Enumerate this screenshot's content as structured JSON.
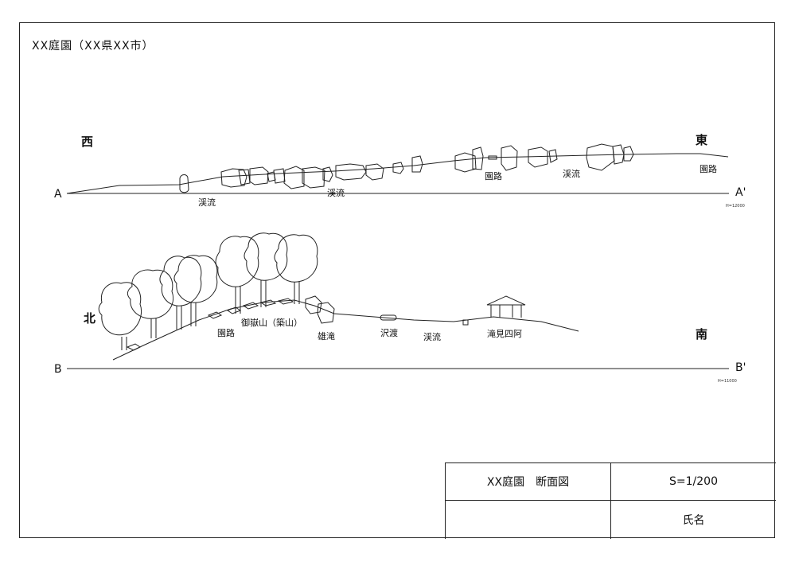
{
  "sheet": {
    "title": "XX庭園（XX県XX市）"
  },
  "section_a": {
    "start_label": "A",
    "end_label": "A'",
    "west": "西",
    "east": "東",
    "height_note": "H=12000",
    "labels": {
      "stream_1": "渓流",
      "stream_2": "渓流",
      "stream_3": "渓流",
      "path_1": "園路",
      "path_2": "園路"
    }
  },
  "section_b": {
    "start_label": "B",
    "end_label": "B'",
    "north": "北",
    "south": "南",
    "height_note": "H=11000",
    "labels": {
      "path": "園路",
      "mountain": "御嶽山（築山）",
      "waterfall": "雄滝",
      "crossing": "沢渡",
      "stream": "渓流",
      "pavilion": "滝見四阿"
    }
  },
  "title_block": {
    "drawing_name": "XX庭園",
    "drawing_type": "断面図",
    "scale": "S=1/200",
    "name_label": "氏名"
  }
}
